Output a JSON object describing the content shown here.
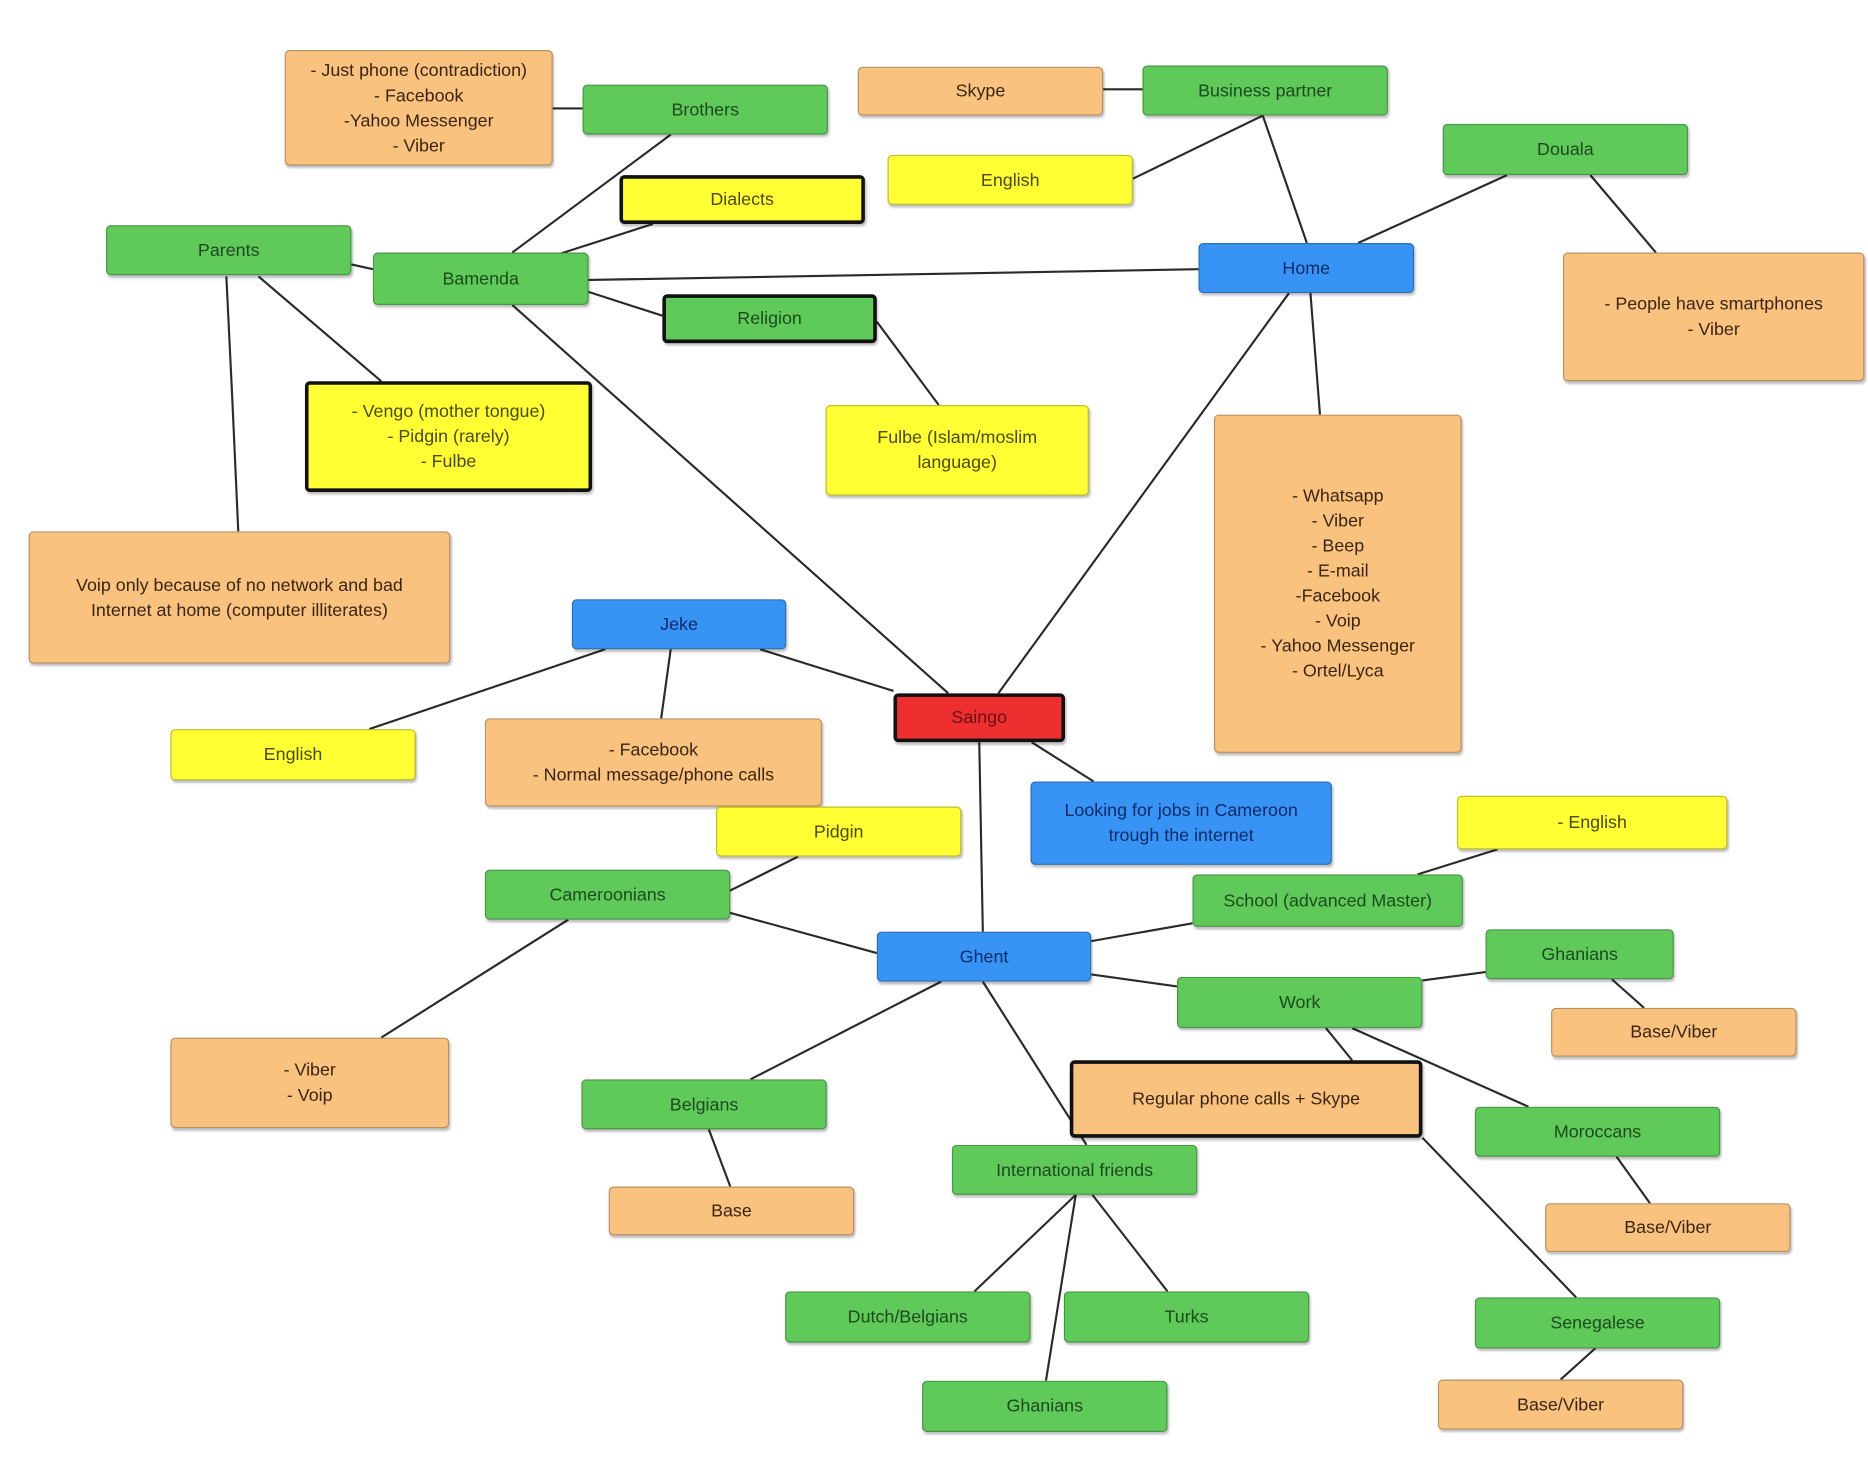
{
  "colors": {
    "green": "#5fc95a",
    "orange": "#f9c27f",
    "yellow": "#ffff33",
    "blue": "#3794f4",
    "red": "#ee2f2f"
  },
  "nodes": [
    {
      "id": "just-phone",
      "color": "orange",
      "lines": [
        "- Just phone (contradiction)",
        "- Facebook",
        "-Yahoo Messenger",
        "- Viber"
      ]
    },
    {
      "id": "brothers",
      "color": "green",
      "lines": [
        "Brothers"
      ]
    },
    {
      "id": "skype",
      "color": "orange",
      "lines": [
        "Skype"
      ]
    },
    {
      "id": "business-partner",
      "color": "green",
      "lines": [
        "Business partner"
      ]
    },
    {
      "id": "english-business",
      "color": "yellow",
      "lines": [
        "English"
      ]
    },
    {
      "id": "douala",
      "color": "green",
      "lines": [
        "Douala"
      ]
    },
    {
      "id": "dialects",
      "color": "yellow",
      "bold": true,
      "lines": [
        "Dialects"
      ]
    },
    {
      "id": "parents",
      "color": "green",
      "lines": [
        "Parents"
      ]
    },
    {
      "id": "bamenda",
      "color": "green",
      "lines": [
        "Bamenda"
      ]
    },
    {
      "id": "home",
      "color": "blue",
      "lines": [
        "Home"
      ]
    },
    {
      "id": "smartphones",
      "color": "orange",
      "lines": [
        "- People have smartphones",
        "- Viber"
      ]
    },
    {
      "id": "religion",
      "color": "green",
      "bold": true,
      "lines": [
        "Religion"
      ]
    },
    {
      "id": "vengo",
      "color": "yellow",
      "bold": true,
      "lines": [
        "- Vengo (mother tongue)",
        "- Pidgin (rarely)",
        "- Fulbe"
      ]
    },
    {
      "id": "fulbe",
      "color": "yellow",
      "lines": [
        "Fulbe (Islam/moslim",
        "language)"
      ]
    },
    {
      "id": "home-apps",
      "color": "orange",
      "lines": [
        "- Whatsapp",
        "- Viber",
        "- Beep",
        "- E-mail",
        "-Facebook",
        "- Voip",
        "- Yahoo Messenger",
        "- Ortel/Lyca"
      ]
    },
    {
      "id": "voip-only",
      "color": "orange",
      "lines": [
        "Voip only because of no network and bad",
        "Internet at home (computer illiterates)"
      ]
    },
    {
      "id": "jeke",
      "color": "blue",
      "lines": [
        "Jeke"
      ]
    },
    {
      "id": "saingo",
      "color": "red",
      "bold": true,
      "lines": [
        "Saingo"
      ]
    },
    {
      "id": "english-jeke",
      "color": "yellow",
      "lines": [
        "English"
      ]
    },
    {
      "id": "jeke-facebook",
      "color": "orange",
      "lines": [
        "- Facebook",
        "- Normal message/phone calls"
      ]
    },
    {
      "id": "looking-jobs",
      "color": "blue",
      "lines": [
        "Looking for jobs in Cameroon",
        "trough the internet"
      ]
    },
    {
      "id": "pidgin",
      "color": "yellow",
      "lines": [
        "Pidgin"
      ]
    },
    {
      "id": "english-school",
      "color": "yellow",
      "lines": [
        "- English"
      ]
    },
    {
      "id": "cameroonians",
      "color": "green",
      "lines": [
        "Cameroonians"
      ]
    },
    {
      "id": "school",
      "color": "green",
      "lines": [
        "School (advanced Master)"
      ]
    },
    {
      "id": "ghent",
      "color": "blue",
      "lines": [
        "Ghent"
      ]
    },
    {
      "id": "ghanians-work",
      "color": "green",
      "lines": [
        "Ghanians"
      ]
    },
    {
      "id": "work",
      "color": "green",
      "lines": [
        "Work"
      ]
    },
    {
      "id": "base-viber-1",
      "color": "orange",
      "lines": [
        "Base/Viber"
      ]
    },
    {
      "id": "viber-voip",
      "color": "orange",
      "lines": [
        "- Viber",
        "- Voip"
      ]
    },
    {
      "id": "regular-calls",
      "color": "orange",
      "bold": true,
      "lines": [
        "Regular phone calls + Skype"
      ]
    },
    {
      "id": "belgians",
      "color": "green",
      "lines": [
        "Belgians"
      ]
    },
    {
      "id": "moroccans",
      "color": "green",
      "lines": [
        "Moroccans"
      ]
    },
    {
      "id": "international-friends",
      "color": "green",
      "lines": [
        "International friends"
      ]
    },
    {
      "id": "base",
      "color": "orange",
      "lines": [
        "Base"
      ]
    },
    {
      "id": "base-viber-2",
      "color": "orange",
      "lines": [
        "Base/Viber"
      ]
    },
    {
      "id": "dutch-belgians",
      "color": "green",
      "lines": [
        "Dutch/Belgians"
      ]
    },
    {
      "id": "turks",
      "color": "green",
      "lines": [
        "Turks"
      ]
    },
    {
      "id": "senegalese",
      "color": "green",
      "lines": [
        "Senegalese"
      ]
    },
    {
      "id": "ghanians-friends",
      "color": "green",
      "lines": [
        "Ghanians"
      ]
    },
    {
      "id": "base-viber-3",
      "color": "orange",
      "lines": [
        "Base/Viber"
      ]
    }
  ],
  "edges": [
    [
      "just-phone",
      "brothers"
    ],
    [
      "brothers",
      "bamenda"
    ],
    [
      "dialects",
      "bamenda"
    ],
    [
      "parents",
      "bamenda"
    ],
    [
      "parents",
      "vengo"
    ],
    [
      "parents",
      "voip-only"
    ],
    [
      "bamenda",
      "home"
    ],
    [
      "bamenda",
      "religion"
    ],
    [
      "bamenda",
      "saingo"
    ],
    [
      "religion",
      "fulbe"
    ],
    [
      "skype",
      "business-partner"
    ],
    [
      "english-business",
      "business-partner"
    ],
    [
      "business-partner",
      "home"
    ],
    [
      "douala",
      "home"
    ],
    [
      "douala",
      "smartphones"
    ],
    [
      "home",
      "home-apps"
    ],
    [
      "home",
      "saingo"
    ],
    [
      "jeke",
      "english-jeke"
    ],
    [
      "jeke",
      "jeke-facebook"
    ],
    [
      "jeke",
      "saingo"
    ],
    [
      "saingo",
      "looking-jobs"
    ],
    [
      "saingo",
      "ghent"
    ],
    [
      "pidgin",
      "cameroonians"
    ],
    [
      "cameroonians",
      "ghent"
    ],
    [
      "cameroonians",
      "viber-voip"
    ],
    [
      "ghent",
      "school"
    ],
    [
      "english-school",
      "school"
    ],
    [
      "ghent",
      "work"
    ],
    [
      "work",
      "ghanians-work"
    ],
    [
      "ghanians-work",
      "base-viber-1"
    ],
    [
      "work",
      "regular-calls"
    ],
    [
      "work",
      "moroccans"
    ],
    [
      "moroccans",
      "base-viber-2"
    ],
    [
      "ghent",
      "belgians"
    ],
    [
      "belgians",
      "base"
    ],
    [
      "ghent",
      "international-friends"
    ],
    [
      "regular-calls",
      "senegalese"
    ],
    [
      "senegalese",
      "base-viber-3"
    ],
    [
      "international-friends",
      "dutch-belgians"
    ],
    [
      "international-friends",
      "turks"
    ],
    [
      "international-friends",
      "ghanians-friends"
    ]
  ]
}
